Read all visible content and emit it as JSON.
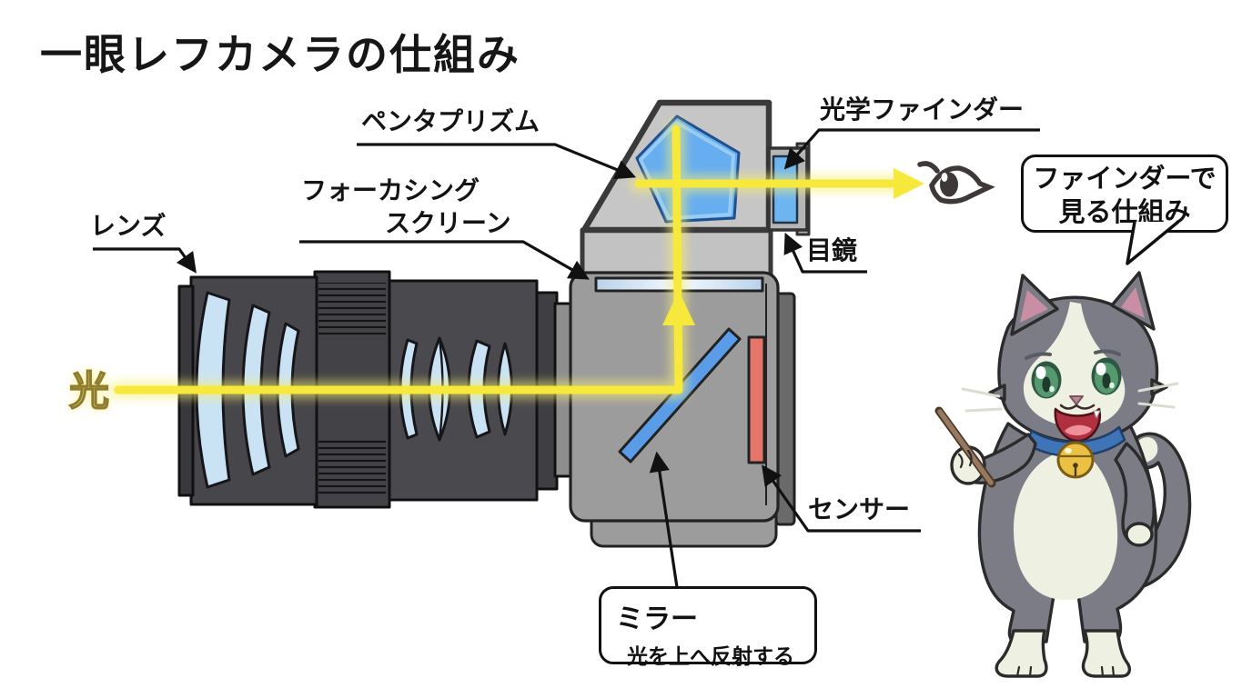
{
  "title": "一眼レフカメラの仕組み",
  "labels": {
    "lens": "レンズ",
    "focusing_screen_line1": "フォーカシング",
    "focusing_screen_line2": "スクリーン",
    "pentaprism": "ペンタプリズム",
    "optical_viewfinder": "光学ファインダー",
    "eyepiece": "目鏡",
    "sensor": "センサー",
    "light": "光"
  },
  "mirror_callout": {
    "title": "ミラー",
    "description": "光を上へ反射する"
  },
  "speech_bubble": {
    "line1": "ファインダーで",
    "line2": "見る仕組み"
  },
  "icons": {
    "eye": "eye-icon",
    "mascot": "cat-teacher-mascot"
  },
  "colors": {
    "light_beam": "#f6e93c",
    "mirror": "#5b9ce9",
    "sensor": "#e3756b",
    "pentaprism_glass": "#66aef0",
    "focusing_screen": "#cfe2f2",
    "camera_body": "#9c9c9c",
    "lens_glass": "#c9e3f4",
    "outline": "#111111"
  }
}
